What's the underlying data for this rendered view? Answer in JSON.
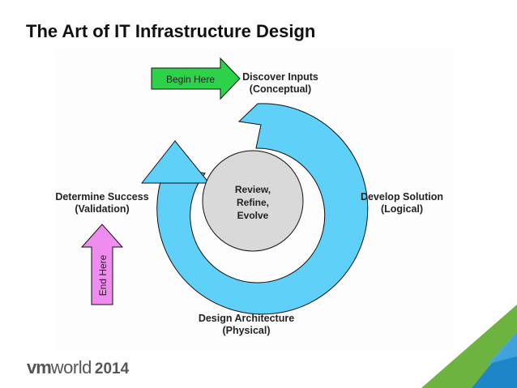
{
  "title": "The Art of IT Infrastructure Design",
  "cycle": {
    "center": {
      "line1": "Review,",
      "line2": "Refine,",
      "line3": "Evolve"
    },
    "top": {
      "line1": "Discover Inputs",
      "line2": "(Conceptual)"
    },
    "right": {
      "line1": "Develop Solution",
      "line2": "(Logical)"
    },
    "bottom": {
      "line1": "Design Architecture",
      "line2": "(Physical)"
    },
    "left": {
      "line1": "Determine Success",
      "line2": "(Validation)"
    }
  },
  "begin_arrow": {
    "label": "Begin Here",
    "color": "#2dd24a"
  },
  "end_arrow": {
    "label": "End Here",
    "color": "#f08cf0"
  },
  "colors": {
    "cycle": "#5fd0f8",
    "center": "#d9d9d9",
    "corner_green": "#6db33f",
    "corner_blue": "#1d86c8"
  },
  "logo": {
    "vm": "vm",
    "world": "world",
    "year": "2014"
  }
}
